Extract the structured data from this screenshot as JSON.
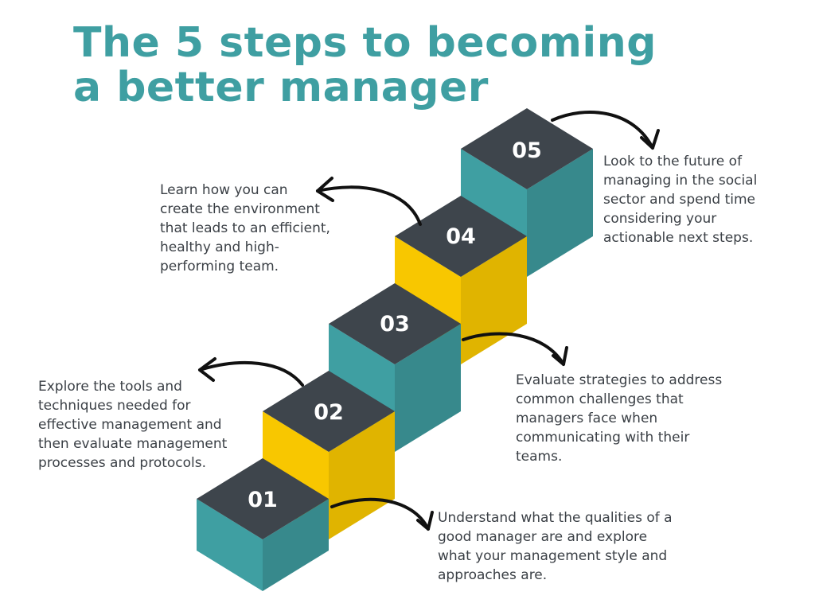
{
  "title": {
    "line1": "The 5 steps to becoming",
    "line2": "a better manager"
  },
  "colors": {
    "title": "#3f9fa2",
    "top_face": "#3e454c",
    "teal_side": "#3f9fa2",
    "teal_side_dark": "#37898c",
    "yellow_side": "#f8c700",
    "yellow_side_dark": "#e0b400",
    "text": "#3b4046"
  },
  "steps": [
    {
      "number": "01",
      "color": "teal",
      "lines": [
        "Understand what the qualities of a",
        "good manager are and explore",
        "what your management style and",
        "approaches are."
      ]
    },
    {
      "number": "02",
      "color": "yellow",
      "lines": [
        "Explore the tools and",
        "techniques needed for",
        "effective management and",
        "then evaluate management",
        "processes and protocols."
      ]
    },
    {
      "number": "03",
      "color": "teal",
      "lines": [
        "Evaluate strategies to address",
        "common challenges that",
        "managers face when",
        "communicating with their",
        "teams."
      ]
    },
    {
      "number": "04",
      "color": "yellow",
      "lines": [
        "Learn how you can",
        "create the environment",
        "that leads to an efficient,",
        "healthy and high-",
        "performing team."
      ]
    },
    {
      "number": "05",
      "color": "teal",
      "lines": [
        "Look to the future of",
        "managing in the social",
        "sector and spend time",
        "considering your",
        "actionable next steps."
      ]
    }
  ]
}
